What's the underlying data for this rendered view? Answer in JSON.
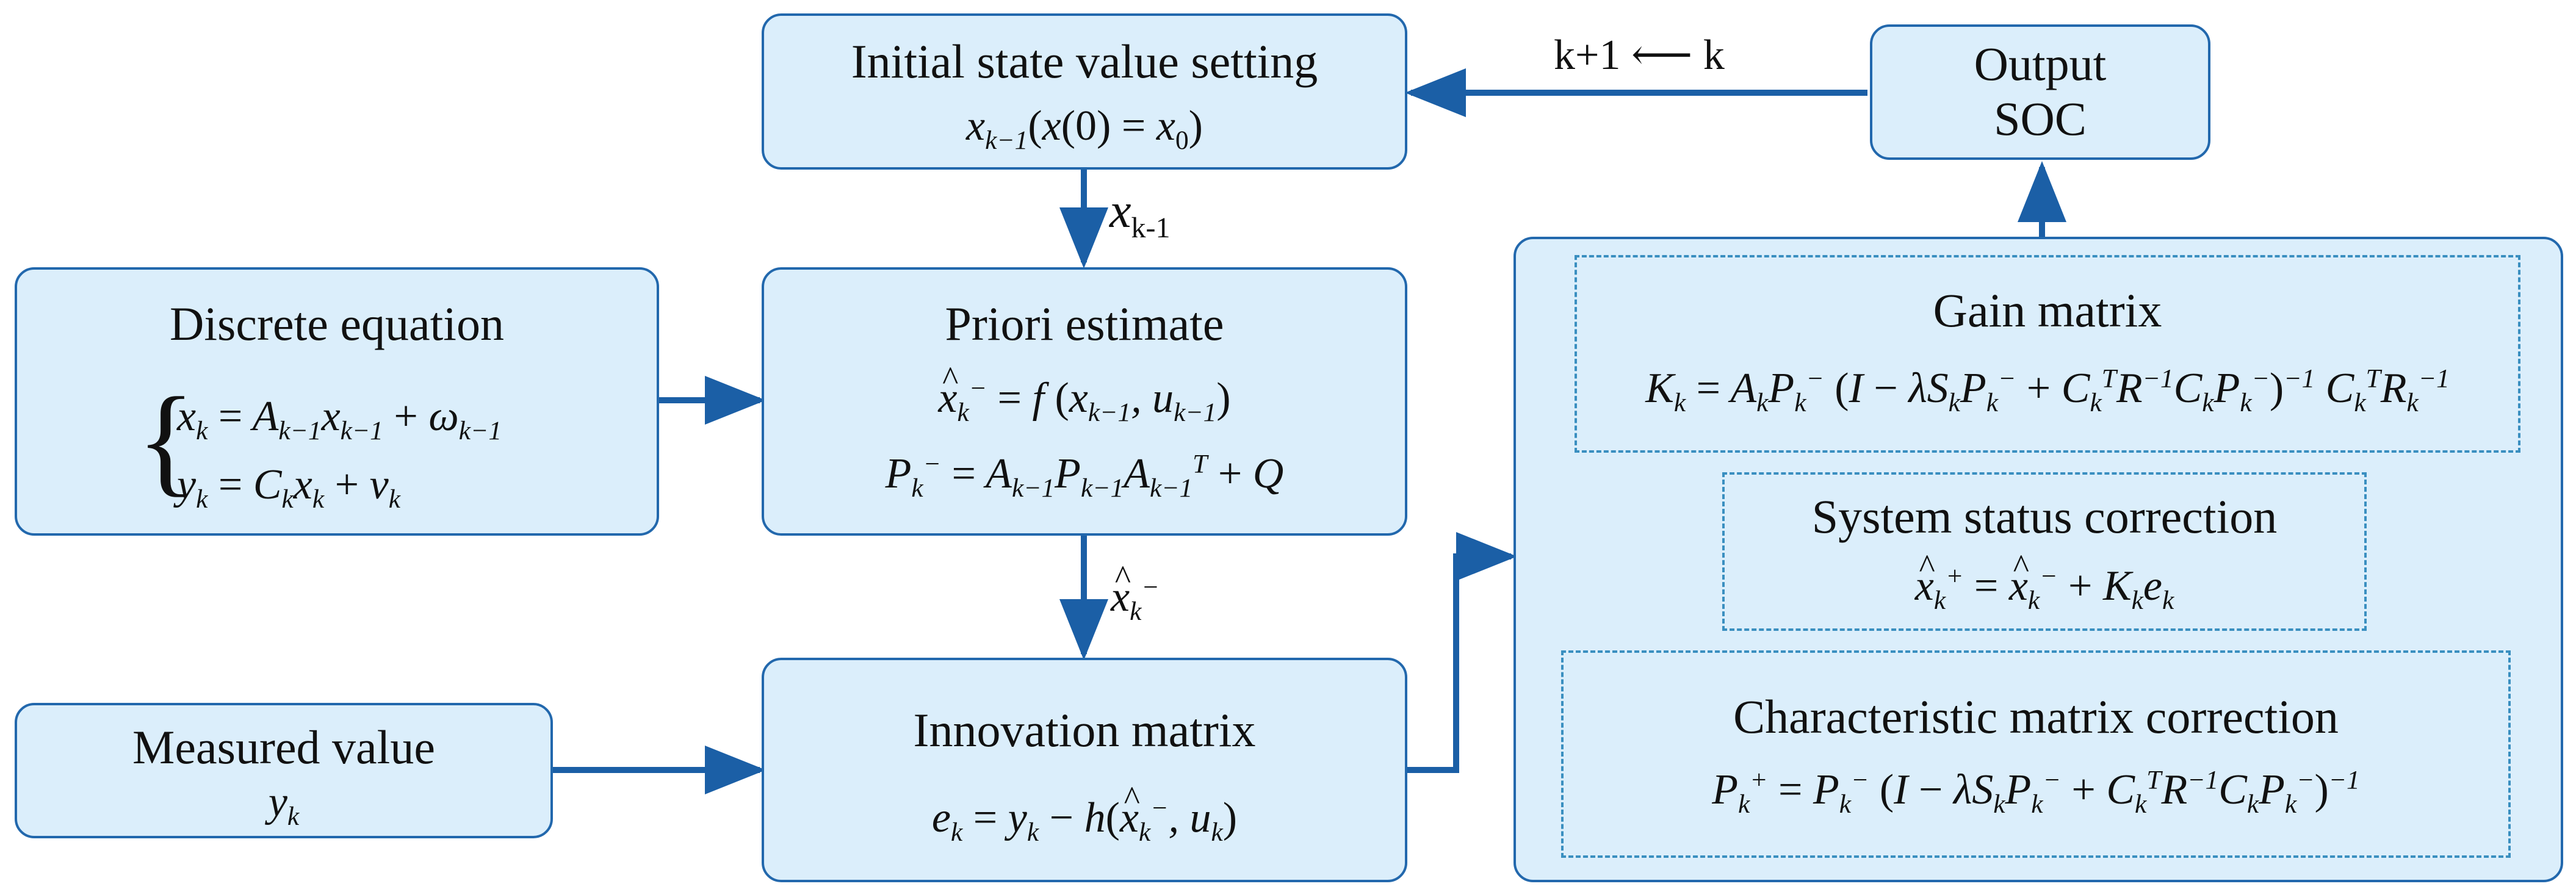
{
  "colors": {
    "box_fill": "#dbeefb",
    "box_border": "#2268ad",
    "arrow": "#1b5fa6",
    "dashed_border": "#3a8fc0"
  },
  "nodes": {
    "init": {
      "title": "Initial state value setting"
    },
    "output": {
      "line1": "Output",
      "line2": "SOC"
    },
    "discrete": {
      "title": "Discrete equation"
    },
    "priori": {
      "title": "Priori estimate"
    },
    "measured": {
      "title": "Measured value"
    },
    "innovation": {
      "title": "Innovation matrix"
    },
    "gain": {
      "title": "Gain matrix"
    },
    "status": {
      "title": "System status correction"
    },
    "charmatrix": {
      "title": "Characteristic matrix correction"
    }
  },
  "edges": {
    "loop_label": "k+1 ⟵ k",
    "init_to_priori_label": "x",
    "init_to_priori_label_sub": "k-1"
  }
}
